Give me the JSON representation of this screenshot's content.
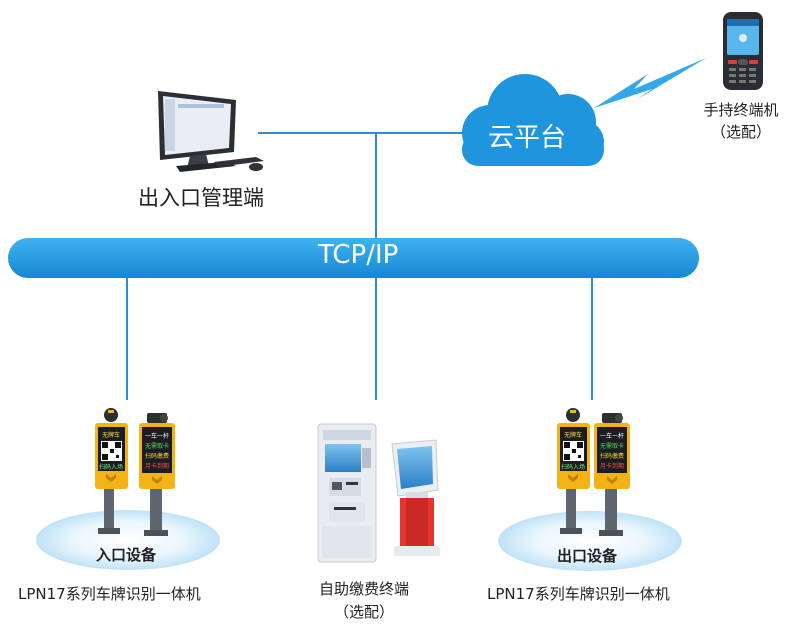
{
  "network": {
    "label": "TCP/IP"
  },
  "cloud": {
    "label": "云平台"
  },
  "admin": {
    "label": "出入口管理端"
  },
  "handheld": {
    "label": "手持终端机",
    "note": "（选配）"
  },
  "entry": {
    "badge": "入口设备",
    "caption": "LPN17系列车牌识别一体机"
  },
  "exit": {
    "badge": "出口设备",
    "caption": "LPN17系列车牌识别一体机"
  },
  "kiosk": {
    "label": "自助缴费终端",
    "note": "（选配）"
  },
  "screen_text": {
    "qr_header": "无牌车",
    "qr_footer": "扫码入场",
    "lines": [
      "一车一杆",
      "无需取卡",
      "扫码缴费",
      "月卡到期"
    ]
  },
  "colors": {
    "bus": "#1f9be0",
    "cloud": "#1f95de",
    "link": "#2a8fd0",
    "post": "#f3b316"
  }
}
